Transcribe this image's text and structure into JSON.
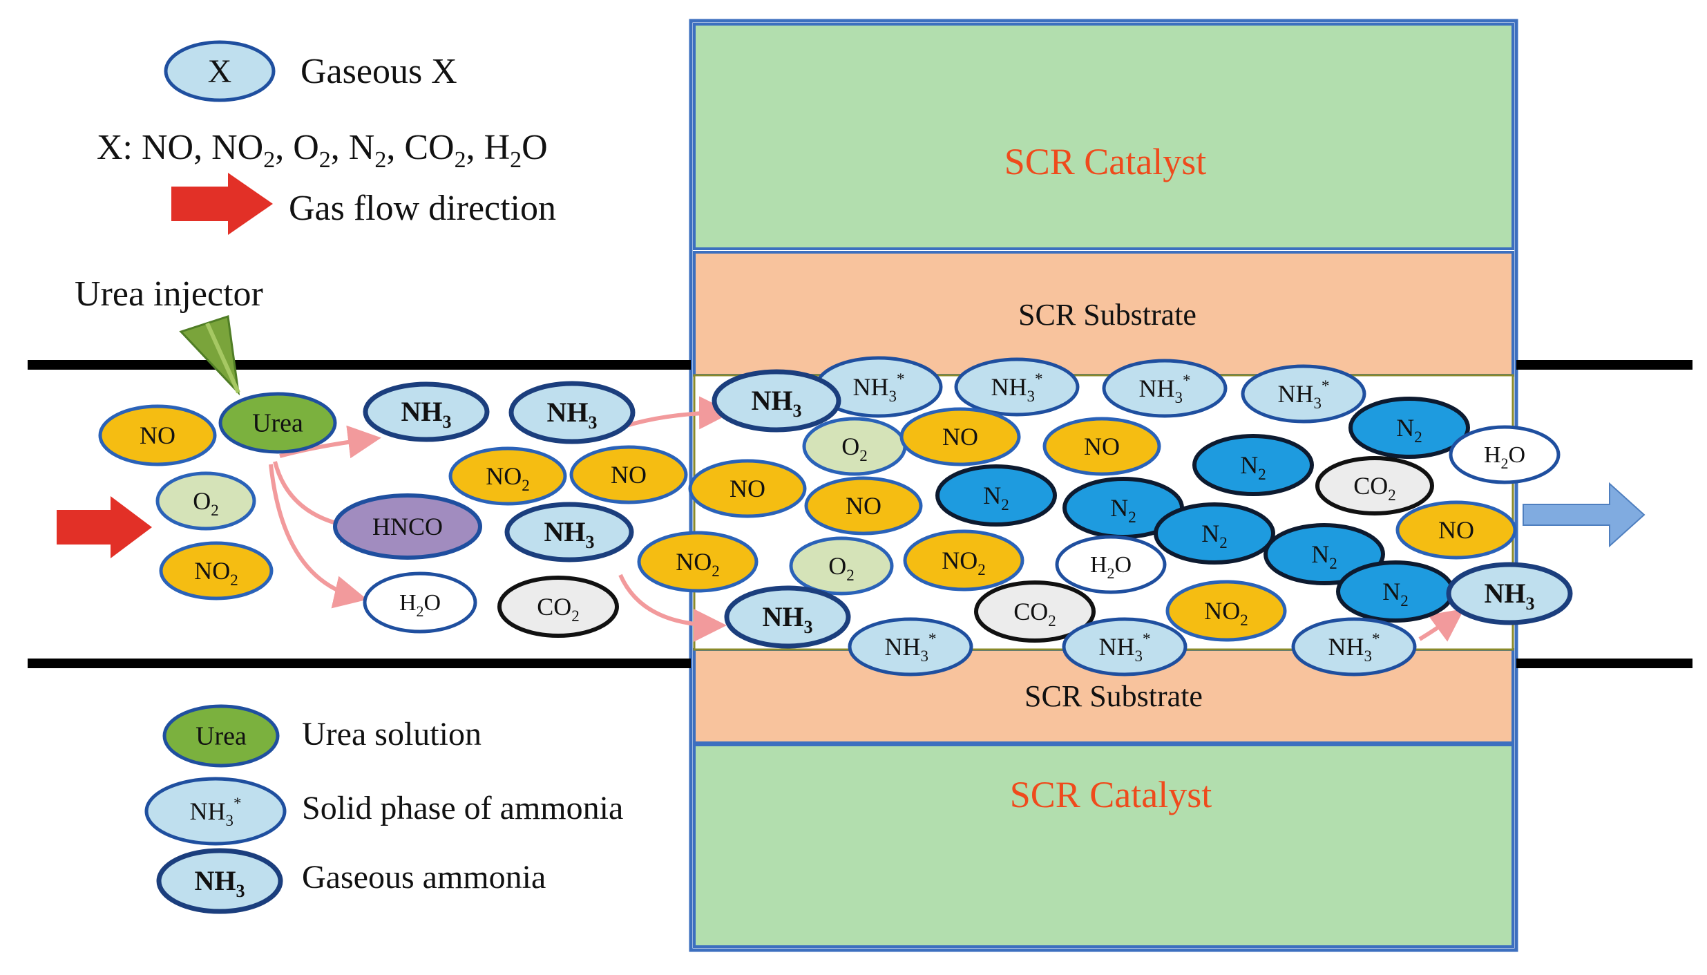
{
  "legend": {
    "gaseous_symbol": "X",
    "gaseous_label": "Gaseous X",
    "x_list": [
      {
        "t": "X: NO, NO"
      },
      {
        "t": "2",
        "sub": true
      },
      {
        "t": ", O"
      },
      {
        "t": "2",
        "sub": true
      },
      {
        "t": ", N"
      },
      {
        "t": "2",
        "sub": true
      },
      {
        "t": ", CO"
      },
      {
        "t": "2",
        "sub": true
      },
      {
        "t": ", H"
      },
      {
        "t": "2",
        "sub": true
      },
      {
        "t": "O"
      }
    ],
    "flow_label": "Gas flow direction",
    "urea_label": "Urea solution",
    "solid_label": "Solid phase of ammonia",
    "gas_nh3_label": "Gaseous ammonia"
  },
  "injector_label": "Urea injector",
  "catalyst_top": "SCR Catalyst",
  "catalyst_bottom": "SCR Catalyst",
  "substrate_top": "SCR Substrate",
  "substrate_bottom": "SCR Substrate",
  "colors": {
    "no_fill": "#f5bd12",
    "o2_fill": "#d5e3b8",
    "n2_fill": "#1e9bdf",
    "light_blue": "#bfdfee",
    "white_fill": "#ffffff",
    "co2_fill": "#ececec",
    "urea_fill": "#7bb13e",
    "hnco_fill": "#a18cbf",
    "catalyst": "#b2deae",
    "substrate": "#f8c39d",
    "catalyst_text": "#ef4a1c",
    "flow_arrow": "#e23027",
    "out_arrow": "#80abe0",
    "reaction_arrow": "#f29a9c"
  },
  "molecules": [
    {
      "k": "no",
      "label": "NO"
    },
    {
      "k": "urea",
      "label": "Urea"
    },
    {
      "k": "o2",
      "label": "O2"
    },
    {
      "k": "no2",
      "label": "NO2"
    },
    {
      "k": "nh3",
      "label": "NH3"
    },
    {
      "k": "nh3",
      "label": "NH3"
    },
    {
      "k": "no2",
      "label": "NO2"
    },
    {
      "k": "no",
      "label": "NO"
    },
    {
      "k": "hnco",
      "label": "HNCO"
    },
    {
      "k": "nh3",
      "label": "NH3"
    },
    {
      "k": "h2o",
      "label": "H2O"
    },
    {
      "k": "co2",
      "label": "CO2"
    },
    {
      "k": "nh3s",
      "label": "NH3*"
    },
    {
      "k": "nh3",
      "label": "NH3"
    },
    {
      "k": "nh3s",
      "label": "NH3*"
    },
    {
      "k": "nh3s",
      "label": "NH3*"
    },
    {
      "k": "nh3s",
      "label": "NH3*"
    },
    {
      "k": "n2",
      "label": "N2"
    },
    {
      "k": "h2o",
      "label": "H2O"
    },
    {
      "k": "o2",
      "label": "O2"
    },
    {
      "k": "no",
      "label": "NO"
    },
    {
      "k": "no",
      "label": "NO"
    },
    {
      "k": "n2",
      "label": "N2"
    },
    {
      "k": "co2",
      "label": "CO2"
    },
    {
      "k": "no",
      "label": "NO"
    },
    {
      "k": "no",
      "label": "NO"
    },
    {
      "k": "n2",
      "label": "N2"
    },
    {
      "k": "n2",
      "label": "N2"
    },
    {
      "k": "n2",
      "label": "N2"
    },
    {
      "k": "n2",
      "label": "N2"
    },
    {
      "k": "no",
      "label": "NO"
    },
    {
      "k": "no2",
      "label": "NO2"
    },
    {
      "k": "o2",
      "label": "O2"
    },
    {
      "k": "no2",
      "label": "NO2"
    },
    {
      "k": "h2o",
      "label": "H2O"
    },
    {
      "k": "n2",
      "label": "N2"
    },
    {
      "k": "nh3",
      "label": "NH3"
    },
    {
      "k": "co2",
      "label": "CO2"
    },
    {
      "k": "no2",
      "label": "NO2"
    },
    {
      "k": "nh3",
      "label": "NH3"
    },
    {
      "k": "nh3s",
      "label": "NH3*"
    },
    {
      "k": "nh3s",
      "label": "NH3*"
    },
    {
      "k": "nh3s",
      "label": "NH3*"
    },
    {
      "k": "urea",
      "label": "Urea"
    },
    {
      "k": "nh3s",
      "label": "NH3*"
    },
    {
      "k": "nh3",
      "label": "NH3"
    }
  ]
}
